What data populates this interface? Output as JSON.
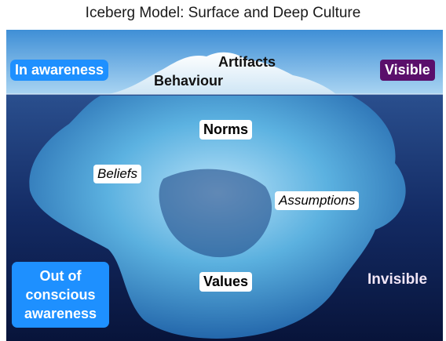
{
  "title": "Iceberg Model: Surface and Deep Culture",
  "labels": {
    "in_awareness": "In awareness",
    "visible": "Visible",
    "artifacts": "Artifacts",
    "behaviour": "Behaviour",
    "norms": "Norms",
    "beliefs": "Beliefs",
    "assumptions": "Assumptions",
    "values": "Values",
    "out_of_awareness": [
      "Out of",
      "conscious",
      "awareness"
    ],
    "invisible": "Invisible"
  },
  "colors": {
    "sky": "#7bb6e6",
    "water_deep": "#0b1a45",
    "ice": "#6fc3e8",
    "accent_blue": "#1e90ff",
    "accent_purple": "#5a0f6b"
  }
}
